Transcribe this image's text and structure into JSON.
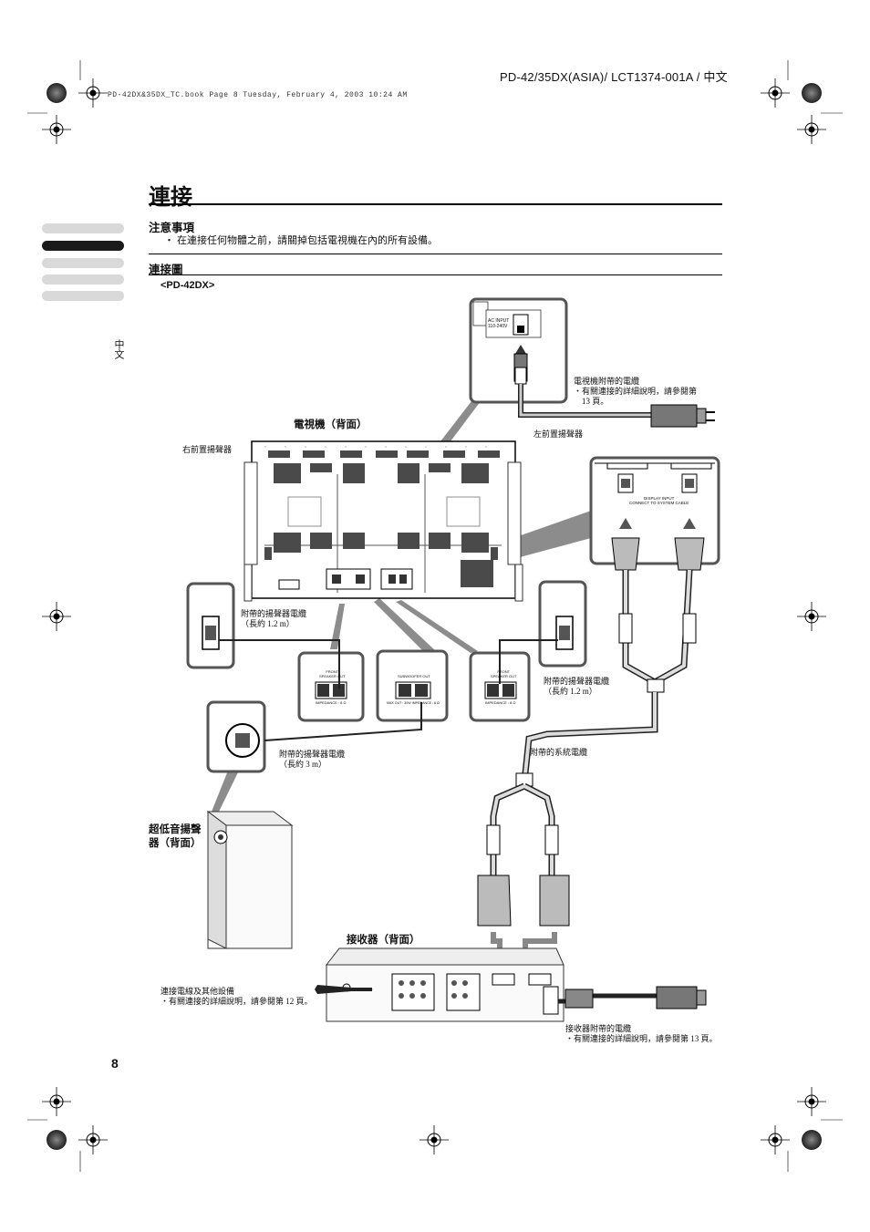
{
  "header": {
    "doc_id": "PD-42/35DX(ASIA)/ LCT1374-001A / 中文",
    "book_line": "PD-42DX&35DX_TC.book  Page 8  Tuesday, February 4, 2003  10:24 AM"
  },
  "page": {
    "title": "連接",
    "side_language": "中文",
    "page_number": "8"
  },
  "caution": {
    "heading": "注意事項",
    "bullet": "・ 在連接任何物體之前，請關掉包括電視機在內的所有設備。"
  },
  "diagram": {
    "heading": "連接圖",
    "model": "<PD-42DX>",
    "tv_back": "電視機（背面）",
    "subwoofer_back": "超低音揚聲\n器（背面）",
    "receiver_back": "接收器（背面）",
    "right_speaker": "右前置揚聲器",
    "left_speaker": "左前置揚聲器",
    "tv_power_cord": "電視機附帶的電纜\n・有關連接的詳細說明，請參閱第\n　13 頁。",
    "speaker_cable_short": "附帶的揚聲器電纜\n（長約 1.2 m）",
    "speaker_cable_short_right": "附帶的揚聲器電纜\n（長約 1.2 m）",
    "speaker_cable_long": "附帶的揚聲器電纜\n（長約 3 m）",
    "system_cable": "附帶的系統電纜",
    "other_devices": "連接電線及其他設備\n・有關連接的詳細說明，請參閱第 12 頁。",
    "receiver_power_cord": "接收器附帶的電纜\n・有關連接的詳細說明，請參閱第 13 頁。",
    "ac_input": "AC INPUT",
    "ac_voltage": "110-240V",
    "display_input": "DISPLAY INPUT",
    "connect_note": "CONNECT TO SYSTEM CABLE",
    "front_speaker_out": "FRONT\nSPEAKER OUT",
    "impedance": "IMPEDANCE : 8 Ω",
    "subwoofer_out": "SUBWOOFER OUT",
    "max_out": "MAX OUT : 30W  IMPEDANCE : 8 Ω"
  }
}
